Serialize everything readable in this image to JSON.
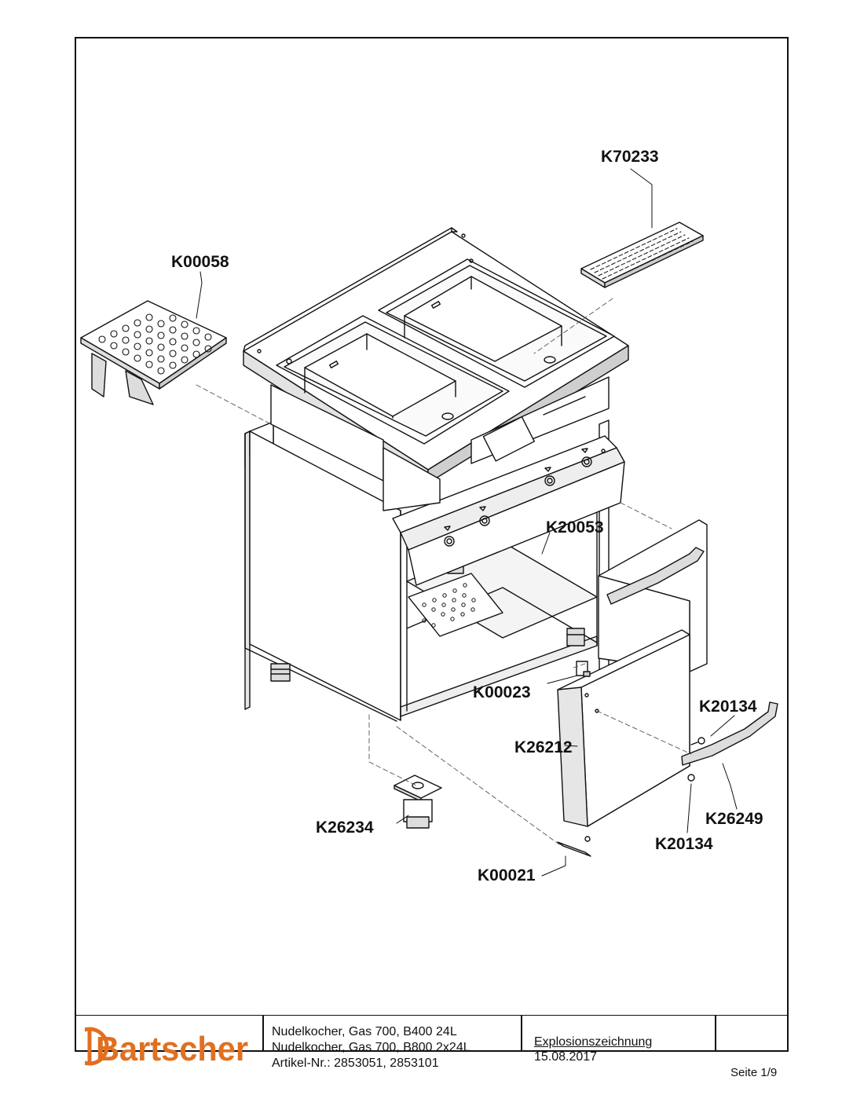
{
  "title_block": {
    "brand": "Bartscher",
    "product_line_1": "Nudelkocher, Gas 700, B400 24L",
    "product_line_2": "Nudelkocher, Gas 700, B800 2x24L",
    "article_line": "Artikel-Nr.: 2853051, 2853101",
    "drawing_type": "Explosionszeichnung",
    "date": "15.08.2017",
    "page": "Seite 1/9"
  },
  "parts": [
    {
      "id": "grid-cover",
      "code": "K70233"
    },
    {
      "id": "basket-support",
      "code": "K00058"
    },
    {
      "id": "control-panel",
      "code": "K20053"
    },
    {
      "id": "door-bracket",
      "code": "K00023"
    },
    {
      "id": "door-screw-top",
      "code": "K20134"
    },
    {
      "id": "door-panel",
      "code": "K26212"
    },
    {
      "id": "adjustable-foot",
      "code": "K26234"
    },
    {
      "id": "door-handle",
      "code": "K26249"
    },
    {
      "id": "door-screw-bottom",
      "code": "K20134"
    },
    {
      "id": "door-hinge",
      "code": "K00021"
    }
  ],
  "colors": {
    "line": "#111111",
    "shade": "#d8d8d8",
    "brand_orange": "#e07020"
  }
}
